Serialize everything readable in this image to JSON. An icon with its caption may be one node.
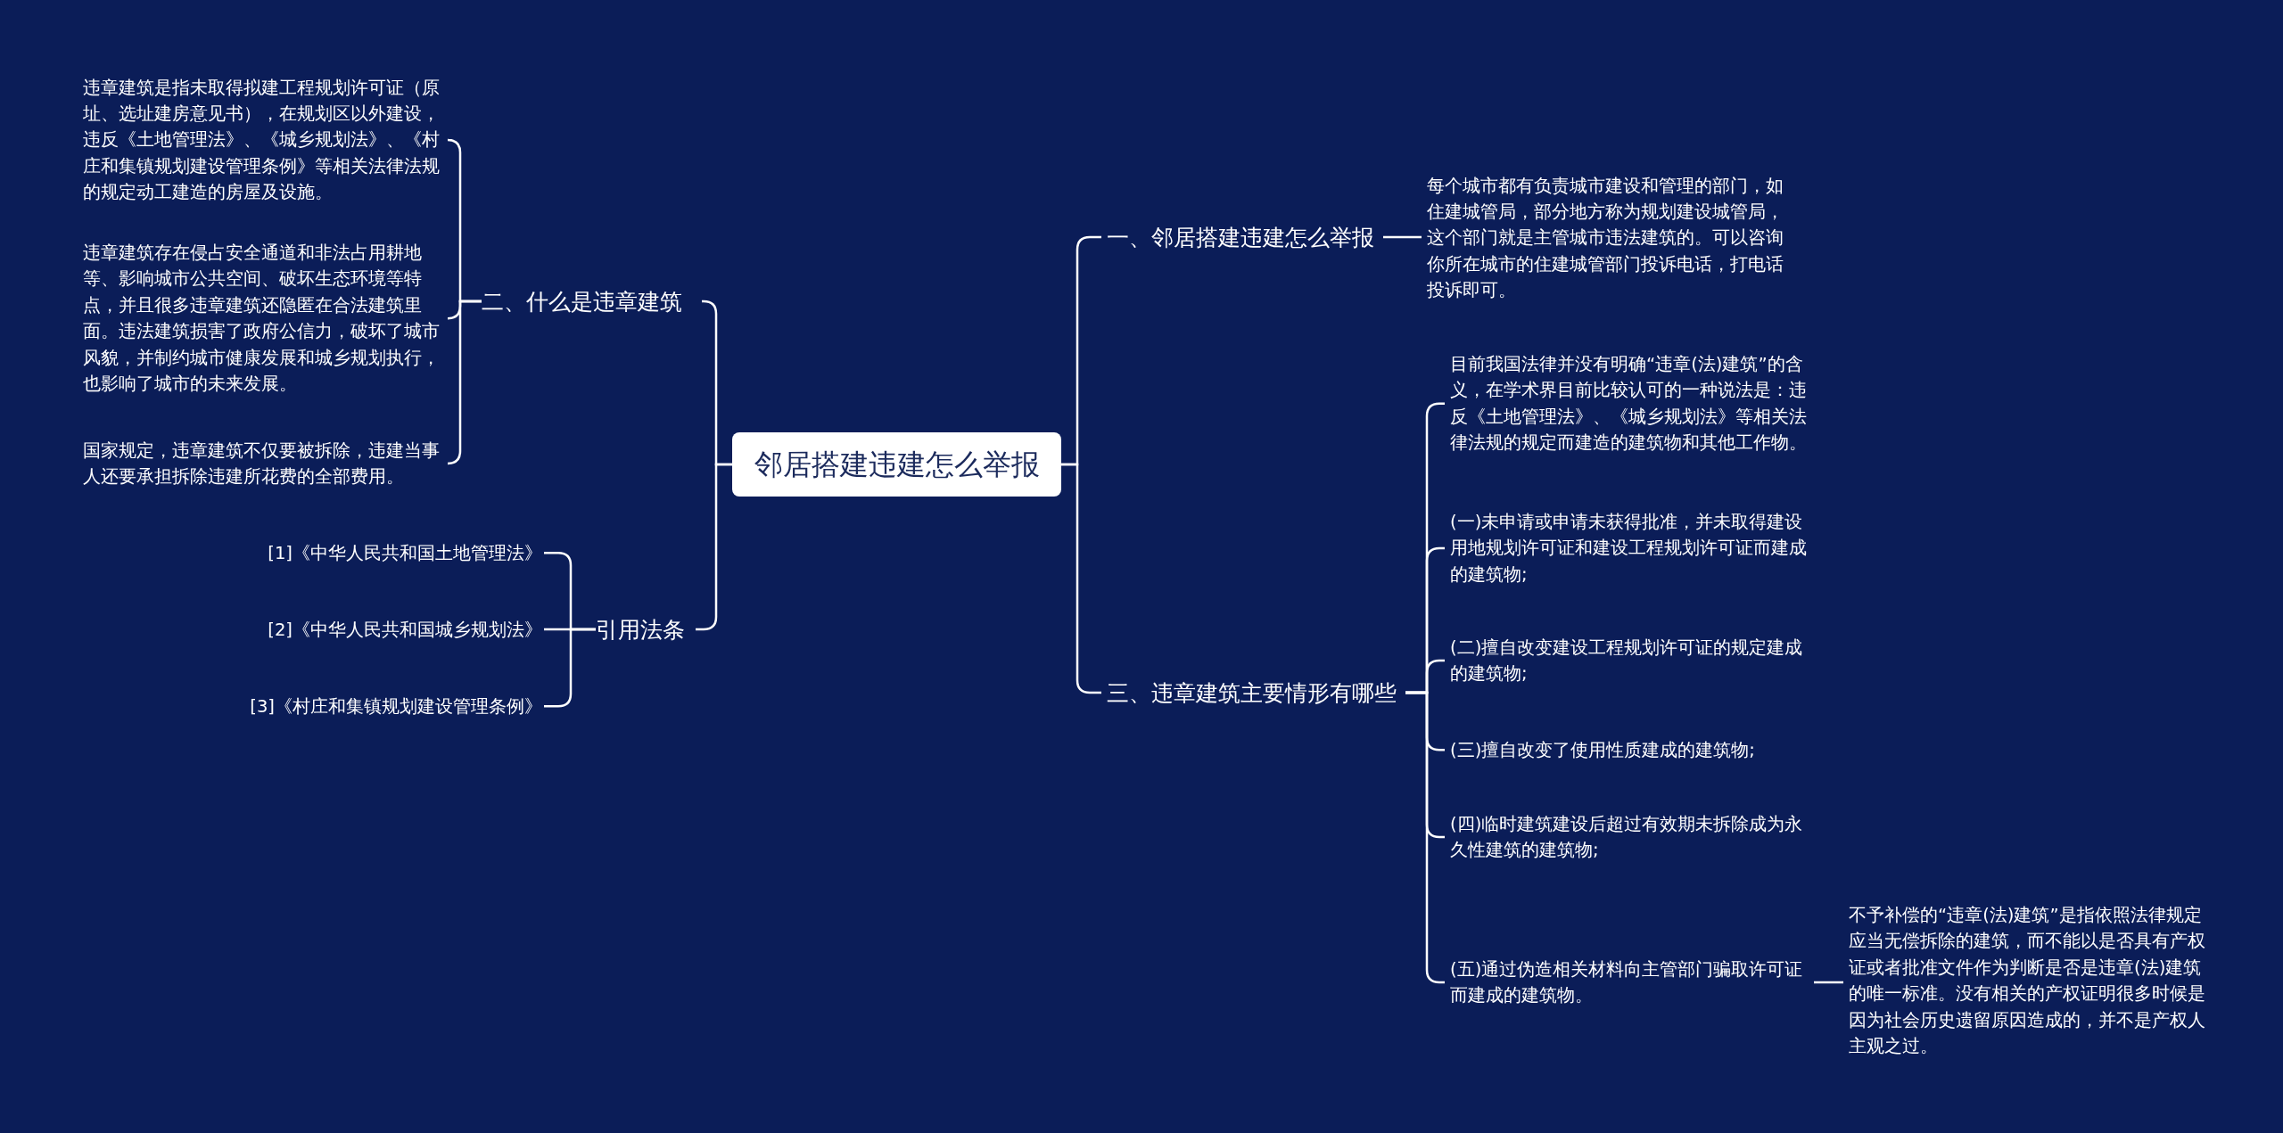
{
  "diagram": {
    "nodes": [
      {
        "text": [
          "邻居搭建违建怎么举报"
        ]
      },
      {
        "text": [
          "二、什么是违章建筑"
        ]
      },
      {
        "text": [
          "违章建筑是指未取得拟建工程规划许可证（原址、选址建房意见书），在规划区以外建设，违反《土地管理法》、《城乡规划法》、《村庄和集镇规划建设管理条例》等相关法律法规的规定动工建造的房屋及设施。"
        ]
      },
      {
        "text": [
          "违章建筑存在侵占安全通道和非法占用耕地等、影响城市公共空间、破坏生态环境等特点，并且很多违章建筑还隐匿在合法建筑里面。违法建筑损害了政府公信力，破坏了城市风貌，并制约城市健康发展和城乡规划执行，也影响了城市的未来发展。"
        ]
      },
      {
        "text": [
          "国家规定，违章建筑不仅要被拆除，违建当事人还要承担拆除违建所花费的全部费用。"
        ]
      },
      {
        "text": [
          "引用法条"
        ]
      },
      {
        "text": [
          "[1]《中华人民共和国土地管理法》"
        ]
      },
      {
        "text": [
          "[2]《中华人民共和国城乡规划法》"
        ]
      },
      {
        "text": [
          "[3]《村庄和集镇规划建设管理条例》"
        ]
      },
      {
        "text": [
          "一、邻居搭建违建怎么举报"
        ]
      },
      {
        "text": [
          "每个城市都有负责城市建设和管理的部门，如住建城管局，部分地方称为规划建设城管局，这个部门就是主管城市违法建筑的。可以咨询你所在城市的住建城管部门投诉电话，打电话投诉即可。"
        ]
      },
      {
        "text": [
          "三、违章建筑主要情形有哪些"
        ]
      },
      {
        "text": [
          "目前我国法律并没有明确“违章(法)建筑”的含义，在学术界目前比较认可的一种说法是：违反《土地管理法》、《城乡规划法》等相关法律法规的规定而建造的建筑物和其他工作物。"
        ]
      },
      {
        "text": [
          "(一)未申请或申请未获得批准，并未取得建设用地规划许可证和建设工程规划许可证而建成的建筑物;"
        ]
      },
      {
        "text": [
          "(二)擅自改变建设工程规划许可证的规定建成的建筑物;"
        ]
      },
      {
        "text": [
          "(三)擅自改变了使用性质建成的建筑物;"
        ]
      },
      {
        "text": [
          "(四)临时建筑建设后超过有效期未拆除成为永久性建筑的建筑物;"
        ]
      },
      {
        "text": [
          "(五)通过伪造相关材料向主管部门骗取许可证而建成的建筑物。"
        ]
      },
      {
        "text": [
          "不予补偿的“违章(法)建筑”是指依照法律规定应当无偿拆除的建筑，而不能以是否具有产权证或者批准文件作为判断是否是违章(法)建筑的唯一标准。没有相关的产权证明很多时候是因为社会历史遗留原因造成的，并不是产权人主观之过。"
        ]
      }
    ],
    "edges": [
      {
        "from": 0,
        "to": 1,
        "arrow": "none"
      },
      {
        "from": 1,
        "to": 2,
        "arrow": "none"
      },
      {
        "from": 1,
        "to": 3,
        "arrow": "none"
      },
      {
        "from": 1,
        "to": 4,
        "arrow": "none"
      },
      {
        "from": 0,
        "to": 5,
        "arrow": "none"
      },
      {
        "from": 5,
        "to": 6,
        "arrow": "none"
      },
      {
        "from": 5,
        "to": 7,
        "arrow": "none"
      },
      {
        "from": 5,
        "to": 8,
        "arrow": "none"
      },
      {
        "from": 0,
        "to": 9,
        "arrow": "none"
      },
      {
        "from": 9,
        "to": 10,
        "arrow": "none"
      },
      {
        "from": 0,
        "to": 11,
        "arrow": "none"
      },
      {
        "from": 11,
        "to": 12,
        "arrow": "none"
      },
      {
        "from": 11,
        "to": 13,
        "arrow": "none"
      },
      {
        "from": 11,
        "to": 14,
        "arrow": "none"
      },
      {
        "from": 11,
        "to": 15,
        "arrow": "none"
      },
      {
        "from": 11,
        "to": 16,
        "arrow": "none"
      },
      {
        "from": 11,
        "to": 17,
        "arrow": "none"
      },
      {
        "from": 17,
        "to": 18,
        "arrow": "none"
      }
    ]
  }
}
